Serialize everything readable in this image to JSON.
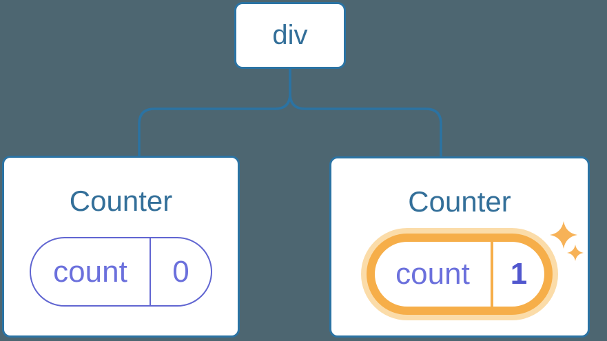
{
  "diagram": {
    "root": {
      "label": "div"
    },
    "children": [
      {
        "title": "Counter",
        "state": {
          "name": "count",
          "value": "0"
        },
        "highlighted": false
      },
      {
        "title": "Counter",
        "state": {
          "name": "count",
          "value": "1"
        },
        "highlighted": true
      }
    ]
  },
  "colors": {
    "background": "#4D6671",
    "connector_blue": "#2B73A3",
    "node_text_blue": "#336F99",
    "card_background": "#FFFFFF",
    "state_text_purple": "#6B70DC",
    "state_border_purple": "#6065D1",
    "state_value_bold_purple": "#5157CE",
    "highlight_orange": "#F6AE49",
    "highlight_glow_orange": "#FBDCA9",
    "sparkle_orange": "#F7B257"
  },
  "icons": {
    "sparkle": "four-point-star"
  }
}
